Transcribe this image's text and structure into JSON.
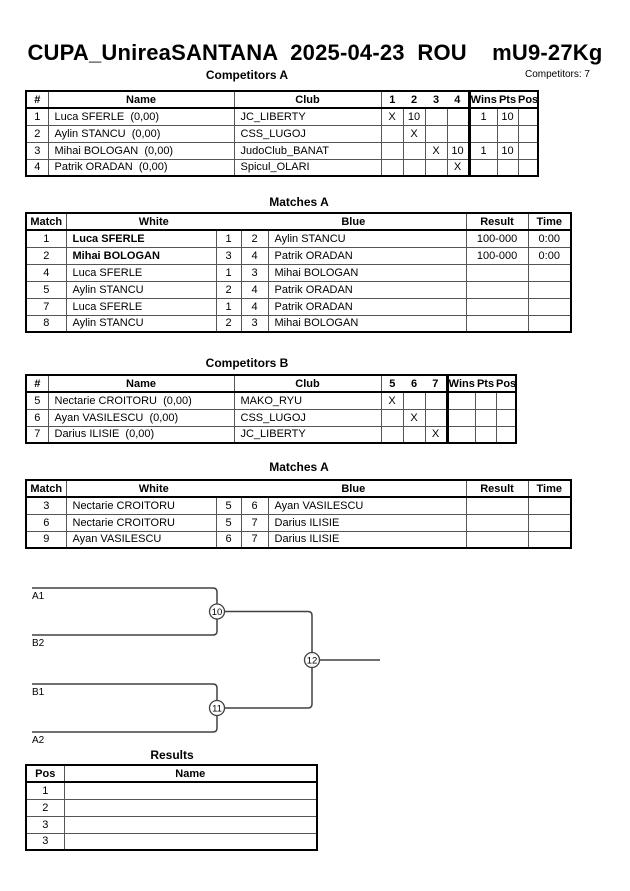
{
  "page": {
    "title": "CUPA_UnireaSANTANA  2025-04-23  ROU    mU9-27Kg",
    "competitors_count": "Competitors: 7"
  },
  "sections": {
    "competitors_a_title": "Competitors A",
    "matches_a_title": "Matches A",
    "competitors_b_title": "Competitors B",
    "matches_b_title": "Matches A",
    "results_title": "Results"
  },
  "competitors_a": {
    "headers": {
      "num": "#",
      "name": "Name",
      "club": "Club",
      "r1": "1",
      "r2": "2",
      "r3": "3",
      "r4": "4",
      "wins": "Wins",
      "pts": "Pts",
      "pos": "Pos"
    },
    "rows": [
      {
        "num": "1",
        "name": "Luca SFERLE  (0,00)",
        "club": "JC_LIBERTY",
        "r1": "X",
        "r2": "10",
        "r3": "",
        "r4": "",
        "wins": "1",
        "pts": "10",
        "pos": ""
      },
      {
        "num": "2",
        "name": "Aylin STANCU  (0,00)",
        "club": "CSS_LUGOJ",
        "r1": "",
        "r2": "X",
        "r3": "",
        "r4": "",
        "wins": "",
        "pts": "",
        "pos": ""
      },
      {
        "num": "3",
        "name": "Mihai BOLOGAN  (0,00)",
        "club": "JudoClub_BANAT",
        "r1": "",
        "r2": "",
        "r3": "X",
        "r4": "10",
        "wins": "1",
        "pts": "10",
        "pos": ""
      },
      {
        "num": "4",
        "name": "Patrik ORADAN  (0,00)",
        "club": "Spicul_OLARI",
        "r1": "",
        "r2": "",
        "r3": "",
        "r4": "X",
        "wins": "",
        "pts": "",
        "pos": ""
      }
    ]
  },
  "matches_a": {
    "headers": {
      "match": "Match",
      "white": "White",
      "blue": "Blue",
      "result": "Result",
      "time": "Time"
    },
    "rows": [
      {
        "match": "1",
        "white": "Luca SFERLE",
        "wn": "1",
        "bn": "2",
        "blue": "Aylin STANCU",
        "result": "100-000",
        "time": "0:00"
      },
      {
        "match": "2",
        "white": "Mihai BOLOGAN",
        "wn": "3",
        "bn": "4",
        "blue": "Patrik ORADAN",
        "result": "100-000",
        "time": "0:00"
      },
      {
        "match": "4",
        "white": "Luca SFERLE",
        "wn": "1",
        "bn": "3",
        "blue": "Mihai BOLOGAN",
        "result": "",
        "time": ""
      },
      {
        "match": "5",
        "white": "Aylin STANCU",
        "wn": "2",
        "bn": "4",
        "blue": "Patrik ORADAN",
        "result": "",
        "time": ""
      },
      {
        "match": "7",
        "white": "Luca SFERLE",
        "wn": "1",
        "bn": "4",
        "blue": "Patrik ORADAN",
        "result": "",
        "time": ""
      },
      {
        "match": "8",
        "white": "Aylin STANCU",
        "wn": "2",
        "bn": "3",
        "blue": "Mihai BOLOGAN",
        "result": "",
        "time": ""
      }
    ]
  },
  "competitors_b": {
    "headers": {
      "num": "#",
      "name": "Name",
      "club": "Club",
      "r5": "5",
      "r6": "6",
      "r7": "7",
      "wins": "Wins",
      "pts": "Pts",
      "pos": "Pos"
    },
    "rows": [
      {
        "num": "5",
        "name": "Nectarie CROITORU  (0,00)",
        "club": "MAKO_RYU",
        "r5": "X",
        "r6": "",
        "r7": "",
        "wins": "",
        "pts": "",
        "pos": ""
      },
      {
        "num": "6",
        "name": "Ayan VASILESCU  (0,00)",
        "club": "CSS_LUGOJ",
        "r5": "",
        "r6": "X",
        "r7": "",
        "wins": "",
        "pts": "",
        "pos": ""
      },
      {
        "num": "7",
        "name": "Darius ILISIE  (0,00)",
        "club": "JC_LIBERTY",
        "r5": "",
        "r6": "",
        "r7": "X",
        "wins": "",
        "pts": "",
        "pos": ""
      }
    ]
  },
  "matches_b": {
    "headers": {
      "match": "Match",
      "white": "White",
      "blue": "Blue",
      "result": "Result",
      "time": "Time"
    },
    "rows": [
      {
        "match": "3",
        "white": "Nectarie CROITORU",
        "wn": "5",
        "bn": "6",
        "blue": "Ayan VASILESCU",
        "result": "",
        "time": ""
      },
      {
        "match": "6",
        "white": "Nectarie CROITORU",
        "wn": "5",
        "bn": "7",
        "blue": "Darius ILISIE",
        "result": "",
        "time": ""
      },
      {
        "match": "9",
        "white": "Ayan VASILESCU",
        "wn": "6",
        "bn": "7",
        "blue": "Darius ILISIE",
        "result": "",
        "time": ""
      }
    ]
  },
  "bracket": {
    "labels": {
      "a1": "A1",
      "b2": "B2",
      "b1": "B1",
      "a2": "A2"
    },
    "nodes": {
      "n10": "10",
      "n11": "11",
      "n12": "12"
    }
  },
  "results": {
    "headers": {
      "pos": "Pos",
      "name": "Name"
    },
    "rows": [
      {
        "pos": "1",
        "name": ""
      },
      {
        "pos": "2",
        "name": ""
      },
      {
        "pos": "3",
        "name": ""
      },
      {
        "pos": "3",
        "name": ""
      }
    ]
  }
}
